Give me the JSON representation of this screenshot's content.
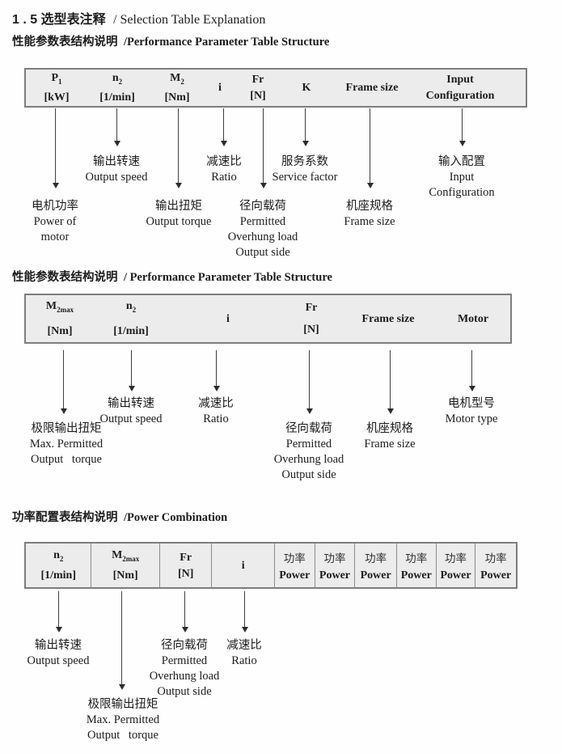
{
  "title": {
    "zh": "1 . 5 选型表注释",
    "en": "/ Selection Table Explanation"
  },
  "section1": {
    "heading": {
      "zh": "性能参数表结构说明",
      "en": "/Performance Parameter Table Structure"
    },
    "table": {
      "columns": [
        {
          "symbol": "P",
          "sub": "1",
          "line2": "[kW]"
        },
        {
          "symbol": "n",
          "sub": "2",
          "line2": "[1/min]"
        },
        {
          "symbol": "M",
          "sub": "2",
          "line2": "[Nm]"
        },
        {
          "symbol": "i"
        },
        {
          "symbol": "Fr",
          "line2": "[N]"
        },
        {
          "symbol": "K"
        },
        {
          "symbol": "Frame size"
        },
        {
          "symbol": "Input",
          "line2": "Configuration"
        }
      ]
    },
    "annotations": {
      "p1": {
        "zh": "电机功率",
        "en1": "Power of",
        "en2": "motor"
      },
      "n2": {
        "zh": "输出转速",
        "en1": "Output speed"
      },
      "m2": {
        "zh": "输出扭矩",
        "en1": "Output torque"
      },
      "i": {
        "zh": "减速比",
        "en1": "Ratio"
      },
      "fr": {
        "zh": "径向载荷",
        "en1": "Permitted",
        "en2": "Overhung load",
        "en3": "Output side"
      },
      "k": {
        "zh": "服务系数",
        "en1": "Service factor"
      },
      "frame": {
        "zh": "机座规格",
        "en1": "Frame size"
      },
      "input": {
        "zh": "输入配置",
        "en1": "Input",
        "en2": "Configuration"
      }
    }
  },
  "section2": {
    "heading": {
      "zh": "性能参数表结构说明",
      "en": "/ Performance Parameter Table Structure"
    },
    "table": {
      "columns": [
        {
          "symbol": "M",
          "sub": "2max",
          "line2": "[Nm]"
        },
        {
          "symbol": "n",
          "sub": "2",
          "line2": "[1/min]"
        },
        {
          "symbol": "i"
        },
        {
          "symbol": "Fr",
          "line2": "[N]"
        },
        {
          "symbol": "Frame size"
        },
        {
          "symbol": "Motor"
        }
      ]
    },
    "annotations": {
      "m2max": {
        "zh": "极限输出扭矩",
        "en1": "Max. Permitted",
        "en2": "Output torque"
      },
      "n2": {
        "zh": "输出转速",
        "en1": "Output speed"
      },
      "i": {
        "zh": "减速比",
        "en1": "Ratio"
      },
      "fr": {
        "zh": "径向载荷",
        "en1": "Permitted",
        "en2": "Overhung load",
        "en3": "Output side"
      },
      "frame": {
        "zh": "机座规格",
        "en1": "Frame size"
      },
      "motor": {
        "zh": "电机型号",
        "en1": "Motor type"
      }
    }
  },
  "section3": {
    "heading": {
      "zh": "功率配置表结构说明",
      "en": "/Power Combination"
    },
    "table": {
      "columns": [
        {
          "symbol": "n",
          "sub": "2",
          "line2": "[1/min]"
        },
        {
          "symbol": "M",
          "sub": "2max",
          "line2": "[Nm]"
        },
        {
          "symbol": "Fr",
          "line2": "[N]"
        },
        {
          "symbol": "i"
        }
      ],
      "power": {
        "zh": "功率",
        "en": "Power"
      }
    },
    "annotations": {
      "n2": {
        "zh": "输出转速",
        "en1": "Output speed"
      },
      "m2max": {
        "zh": "极限输出扭矩",
        "en1": "Max. Permitted",
        "en2": "Output torque"
      },
      "fr": {
        "zh": "径向载荷",
        "en1": "Permitted",
        "en2": "Overhung load",
        "en3": "Output side"
      },
      "i": {
        "zh": "减速比",
        "en1": "Ratio"
      }
    }
  }
}
